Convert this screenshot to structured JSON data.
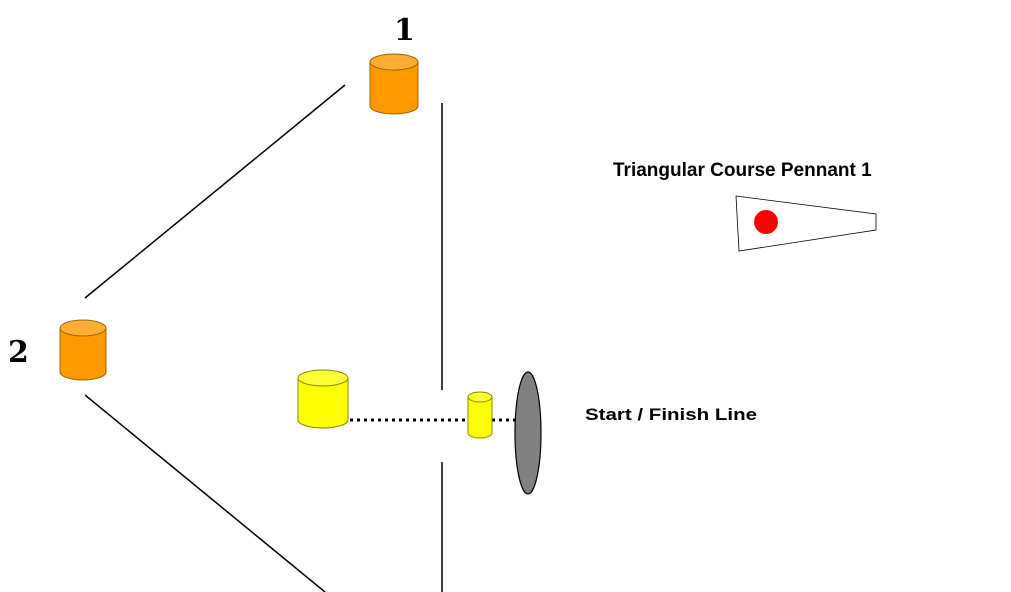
{
  "course": {
    "title": "Triangular Course Pennant 1"
  },
  "marks": {
    "mark_1_label": "1",
    "mark_2_label": "2"
  },
  "start_finish": {
    "label": "Start / Finish Line"
  },
  "colors": {
    "mark_orange": "#ff9900",
    "mark_orange_top": "#ffad33",
    "start_buoy_yellow": "#ffff00",
    "committee_boat_gray": "#808080",
    "pennant_dot_red": "#ff0000",
    "line_black": "#000000"
  }
}
